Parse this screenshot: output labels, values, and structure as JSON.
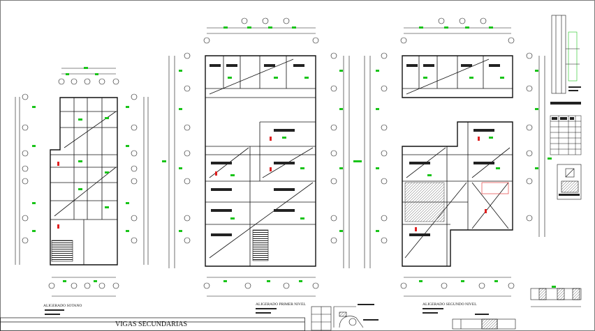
{
  "sheet": {
    "title_block_text": "VIGAS SECUNDARIAS"
  },
  "plans": [
    {
      "caption": "ALIGERADO SOTANO"
    },
    {
      "caption": "ALIGERADO PRIMER NIVEL"
    },
    {
      "caption": "ALIGERADO SEGUNDO NIVEL"
    }
  ],
  "colors": {
    "line": "#111111",
    "dimension": "#1a1a1a",
    "accent_green": "#19c419",
    "accent_red": "#e02020"
  }
}
